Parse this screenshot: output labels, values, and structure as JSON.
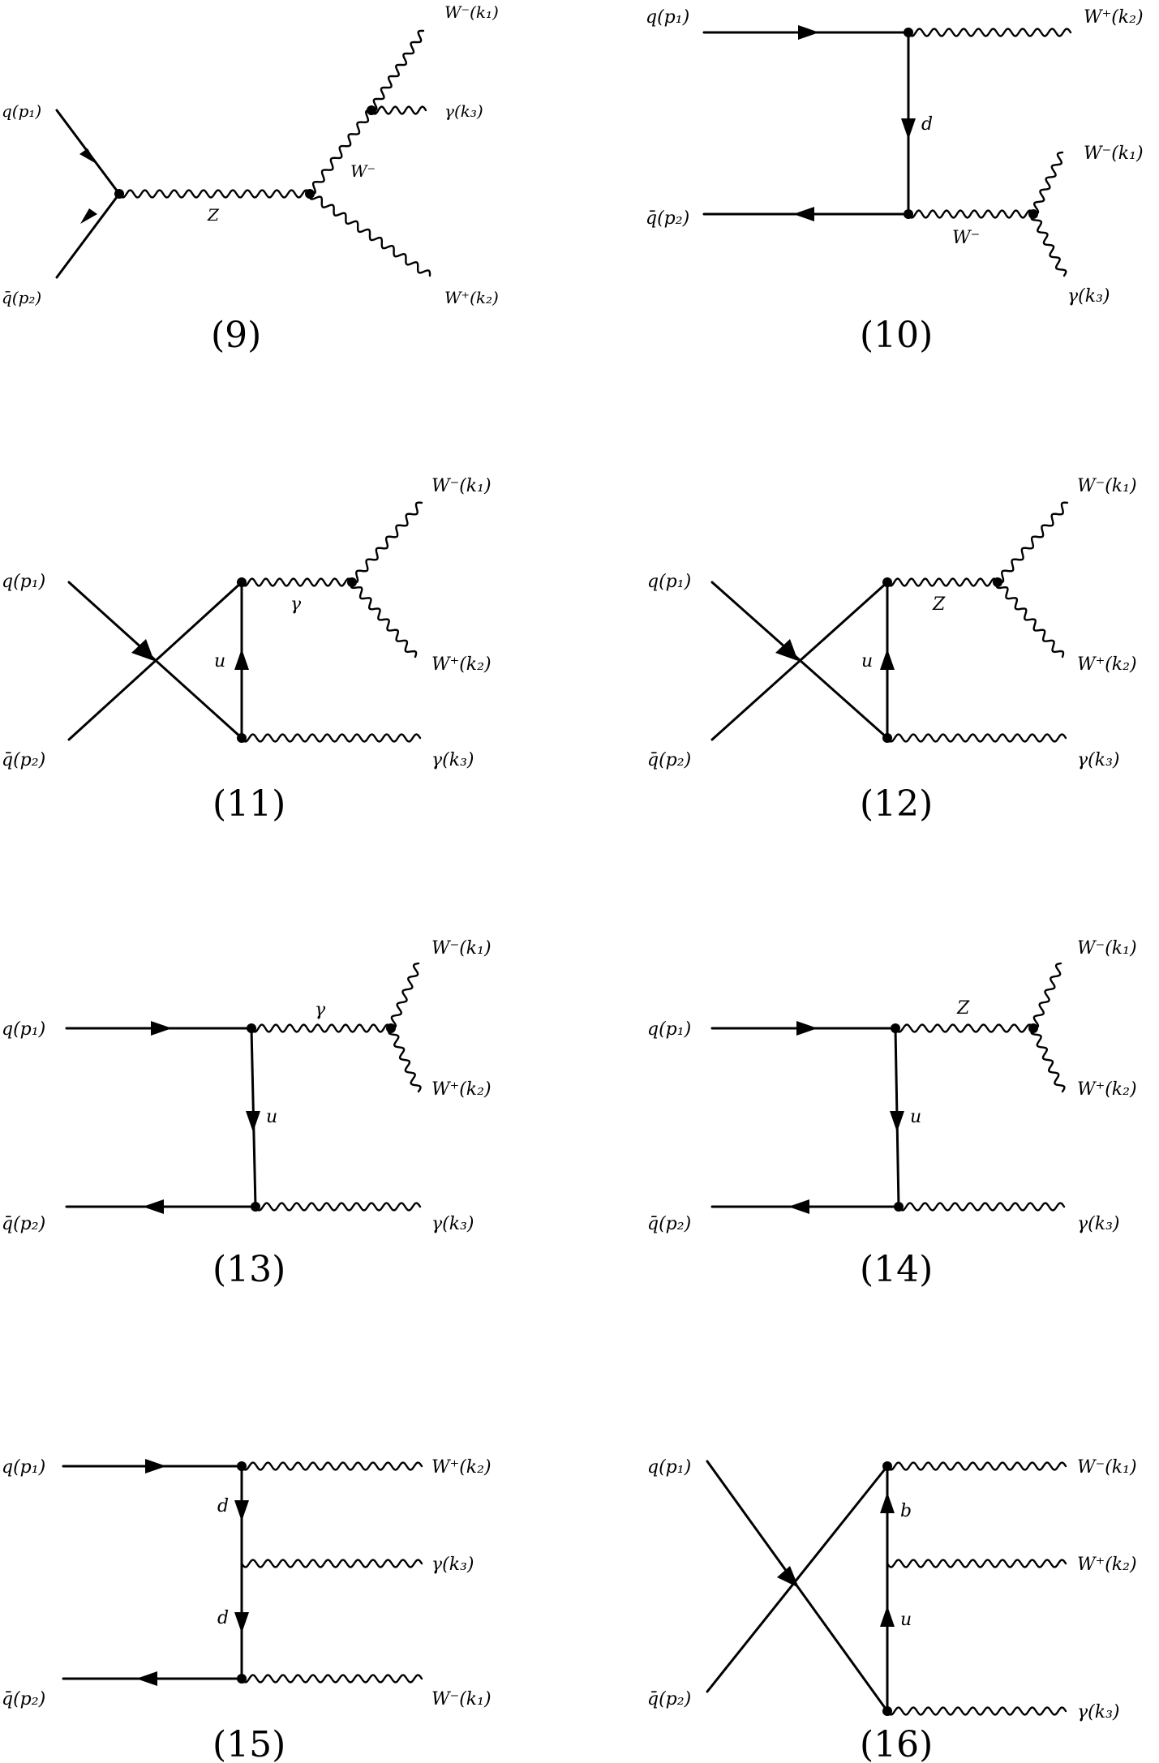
{
  "diagrams": [
    {
      "id": "9",
      "number": "(9)",
      "labels": {
        "q_in": "q(p₁)",
        "qbar_in": "q̄(p₂)",
        "propagator": "Z",
        "internal_w": "W⁻",
        "wminus_out": "W⁻(k₁)",
        "photon_out": "γ(k₃)",
        "wplus_out": "W⁺(k₂)"
      }
    },
    {
      "id": "10",
      "number": "(10)",
      "labels": {
        "q_in": "q(p₁)",
        "qbar_in": "q̄(p₂)",
        "wplus_out": "W⁺(k₂)",
        "quark": "d",
        "internal_w": "W⁻",
        "wminus_out": "W⁻(k₁)",
        "photon_out": "γ(k₃)"
      }
    },
    {
      "id": "11",
      "number": "(11)",
      "labels": {
        "q_in": "q(p₁)",
        "qbar_in": "q̄(p₂)",
        "propagator": "γ",
        "quark": "u",
        "wminus_out": "W⁻(k₁)",
        "wplus_out": "W⁺(k₂)",
        "photon_out": "γ(k₃)"
      }
    },
    {
      "id": "12",
      "number": "(12)",
      "labels": {
        "q_in": "q(p₁)",
        "qbar_in": "q̄(p₂)",
        "propagator": "Z",
        "quark": "u",
        "wminus_out": "W⁻(k₁)",
        "wplus_out": "W⁺(k₂)",
        "photon_out": "γ(k₃)"
      }
    },
    {
      "id": "13",
      "number": "(13)",
      "labels": {
        "q_in": "q(p₁)",
        "qbar_in": "q̄(p₂)",
        "propagator": "γ",
        "quark": "u",
        "wminus_out": "W⁻(k₁)",
        "wplus_out": "W⁺(k₂)",
        "photon_out": "γ(k₃)"
      }
    },
    {
      "id": "14",
      "number": "(14)",
      "labels": {
        "q_in": "q(p₁)",
        "qbar_in": "q̄(p₂)",
        "propagator": "Z",
        "quark": "u",
        "wminus_out": "W⁻(k₁)",
        "wplus_out": "W⁺(k₂)",
        "photon_out": "γ(k₃)"
      }
    },
    {
      "id": "15",
      "number": "(15)",
      "labels": {
        "q_in": "q(p₁)",
        "qbar_in": "q̄(p₂)",
        "wplus_out": "W⁺(k₂)",
        "quark_top": "d",
        "photon_out": "γ(k₃)",
        "quark_bottom": "d",
        "wminus_out": "W⁻(k₁)"
      }
    },
    {
      "id": "16",
      "number": "(16)",
      "labels": {
        "q_in": "q(p₁)",
        "qbar_in": "q̄(p₂)",
        "wminus_out": "W⁻(k₁)",
        "quark_top": "b",
        "wplus_out": "W⁺(k₂)",
        "quark_bottom": "u",
        "photon_out": "γ(k₃)"
      }
    }
  ]
}
